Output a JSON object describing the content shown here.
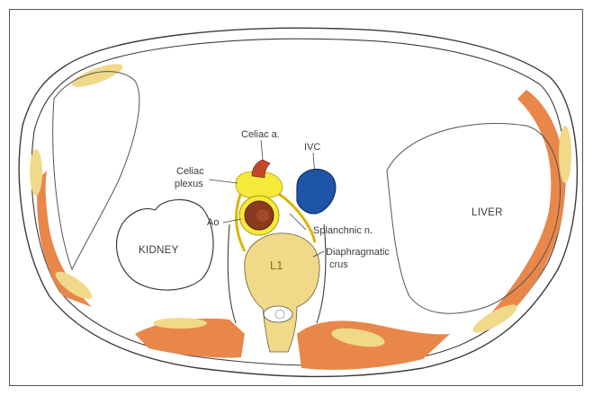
{
  "labels": {
    "celiac_a": "Celiac a.",
    "ivc": "IVC",
    "celiac_plexus_1": "Celiac",
    "celiac_plexus_2": "plexus",
    "ao": "Ao",
    "splanchnic": "Splanchnic n.",
    "diaphragmatic_1": "Diaphragmatic",
    "diaphragmatic_2": "crus",
    "kidney": "KIDNEY",
    "liver": "LIVER",
    "vertebra": "L1"
  },
  "colors": {
    "muscle": "#e9874a",
    "muscle_dark": "#d36a2c",
    "fat": "#f1d98a",
    "plexus": "#f5ea3a",
    "aorta": "#8a3a1e",
    "aorta_wall": "#c4472a",
    "ivc": "#1f55a8",
    "outline": "#3c3c3c"
  }
}
